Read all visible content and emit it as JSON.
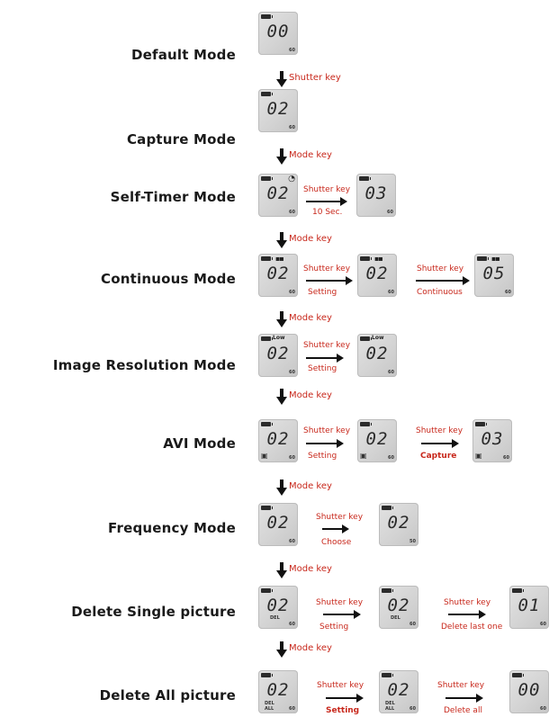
{
  "colors": {
    "label": "#1a1a1a",
    "annotation": "#c8281c",
    "lcd": "#d6d6d6"
  },
  "modes": {
    "default": {
      "label": "Default Mode"
    },
    "capture": {
      "label": "Capture Mode"
    },
    "self_timer": {
      "label": "Self-Timer Mode"
    },
    "continuous": {
      "label": "Continuous Mode"
    },
    "resolution": {
      "label": "Image Resolution Mode"
    },
    "avi": {
      "label": "AVI Mode"
    },
    "frequency": {
      "label": "Frequency Mode"
    },
    "delete_single": {
      "label": "Delete Single picture"
    },
    "delete_all": {
      "label": "Delete All picture"
    }
  },
  "transitions": {
    "shutter_key": "Shutter key",
    "mode_key": "Mode key"
  },
  "annotations": {
    "ten_sec": "10 Sec.",
    "setting": "Setting",
    "continuous": "Continuous",
    "capture": "Capture",
    "choose": "Choose",
    "delete_last_one": "Delete last one",
    "delete_all": "Delete all"
  },
  "lcd": {
    "default_0": {
      "number": "00",
      "freq": "60"
    },
    "capture_0": {
      "number": "02",
      "freq": "60"
    },
    "selftimer_0": {
      "number": "02",
      "freq": "60",
      "icon": "timer-icon"
    },
    "selftimer_1": {
      "number": "03",
      "freq": "60"
    },
    "continuous_0": {
      "number": "02",
      "freq": "60",
      "icon": "burst-icon"
    },
    "continuous_1": {
      "number": "02",
      "freq": "60",
      "icon": "burst-icon"
    },
    "continuous_2": {
      "number": "05",
      "freq": "60",
      "icon": "burst-icon"
    },
    "resolution_0": {
      "number": "02",
      "freq": "60",
      "top": "Low"
    },
    "resolution_1": {
      "number": "02",
      "freq": "60",
      "top": "Low"
    },
    "avi_0": {
      "number": "02",
      "freq": "60",
      "icon": "video-icon"
    },
    "avi_1": {
      "number": "02",
      "freq": "60",
      "icon": "video-icon"
    },
    "avi_2": {
      "number": "03",
      "freq": "60",
      "icon": "video-icon"
    },
    "frequency_0": {
      "number": "02",
      "freq": "60"
    },
    "frequency_1": {
      "number": "02",
      "freq": "50"
    },
    "delsingle_0": {
      "number": "02",
      "freq": "60",
      "tag": "DEL"
    },
    "delsingle_1": {
      "number": "02",
      "freq": "60",
      "tag": "DEL"
    },
    "delsingle_2": {
      "number": "01",
      "freq": "60"
    },
    "delall_0": {
      "number": "02",
      "freq": "60",
      "tag": "DEL",
      "tag2": "ALL"
    },
    "delall_1": {
      "number": "02",
      "freq": "60",
      "tag": "DEL",
      "tag2": "ALL"
    },
    "delall_2": {
      "number": "00",
      "freq": "60"
    }
  }
}
